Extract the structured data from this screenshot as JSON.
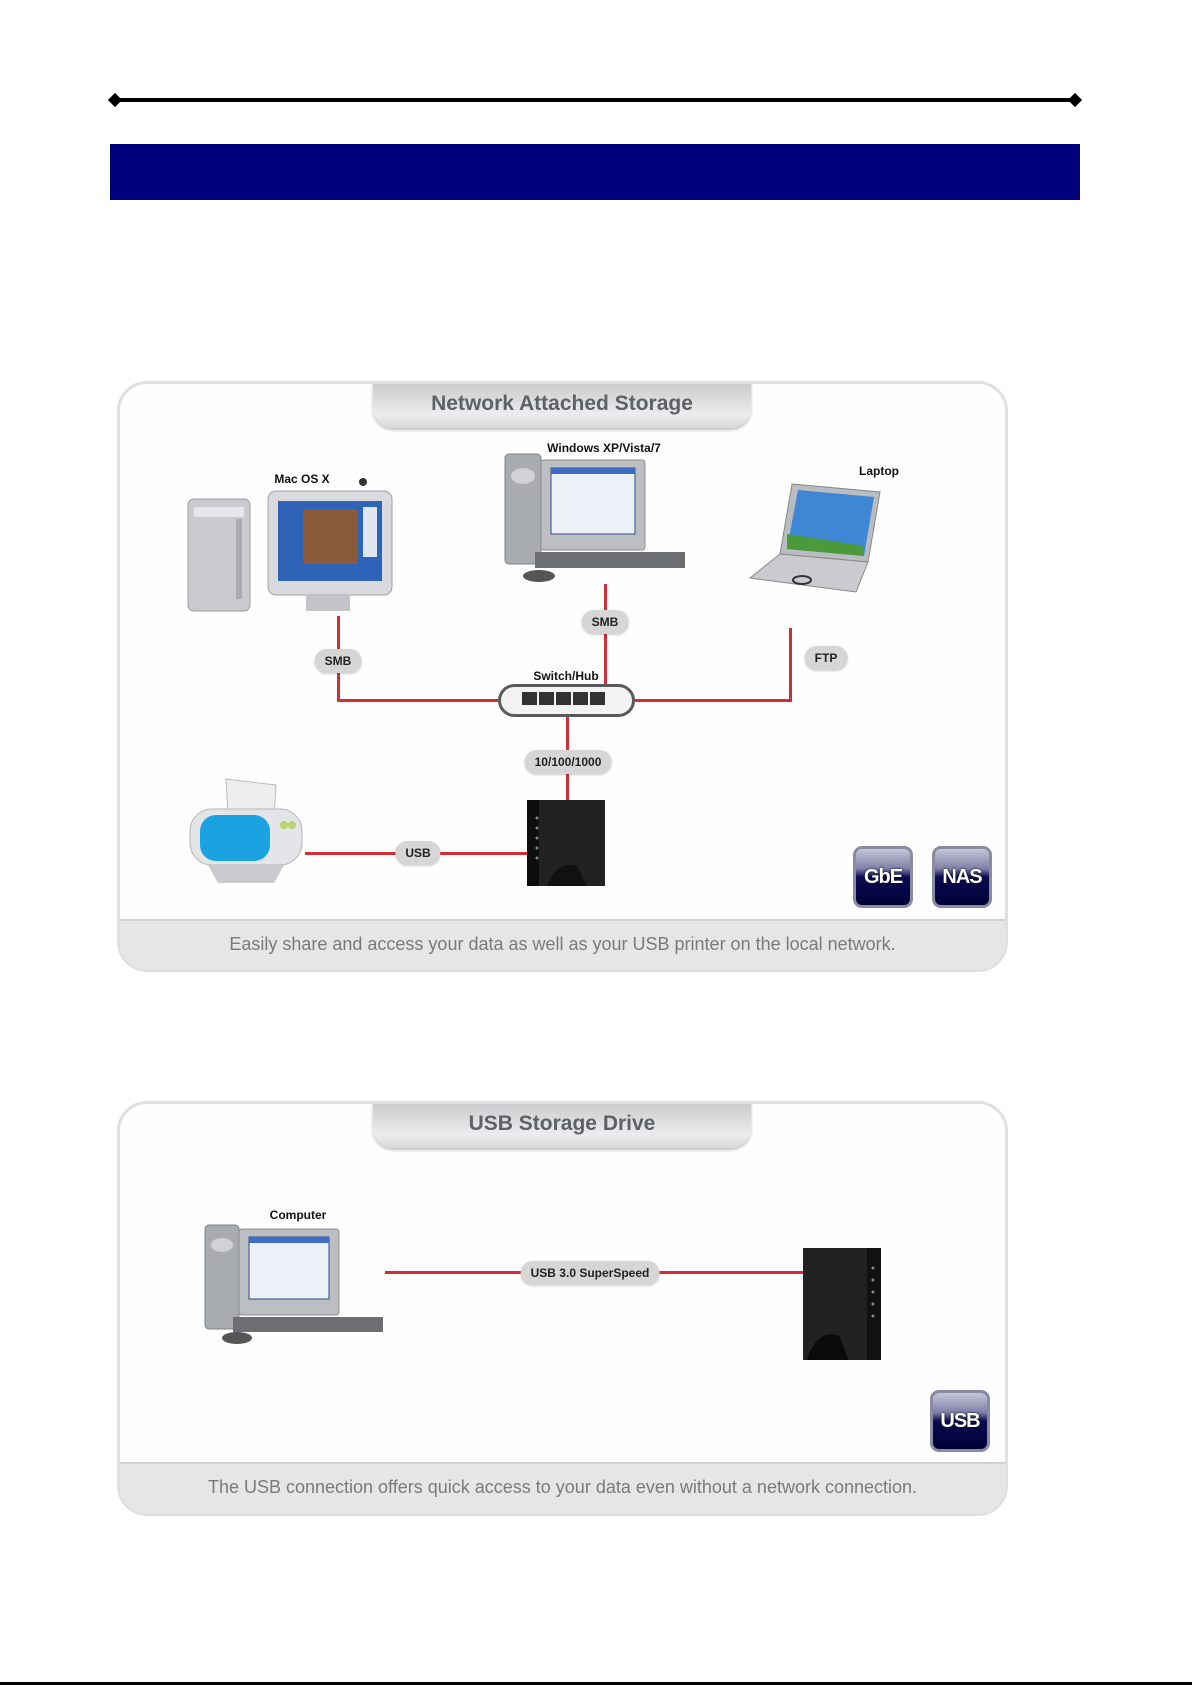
{
  "page": {
    "header_bar_color": "#00007f",
    "wire_color": "#d32d35"
  },
  "panels": [
    {
      "title": "Network Attached Storage",
      "caption": "Easily share and access your data as well as your USB printer on the local network.",
      "nodes": {
        "mac": "Mac OS X",
        "windows": "Windows XP/Vista/7",
        "laptop": "Laptop",
        "switch": "Switch/Hub"
      },
      "connections": {
        "mac_protocol": "SMB",
        "windows_protocol": "SMB",
        "laptop_protocol": "FTP",
        "nas_link": "10/100/1000",
        "printer_link": "USB"
      },
      "badges": [
        "GbE",
        "NAS"
      ]
    },
    {
      "title": "USB Storage Drive",
      "caption": "The USB connection offers quick access to your data even without a network connection.",
      "nodes": {
        "computer": "Computer"
      },
      "connections": {
        "usb_link": "USB 3.0 SuperSpeed"
      },
      "badges": [
        "USB"
      ]
    }
  ]
}
